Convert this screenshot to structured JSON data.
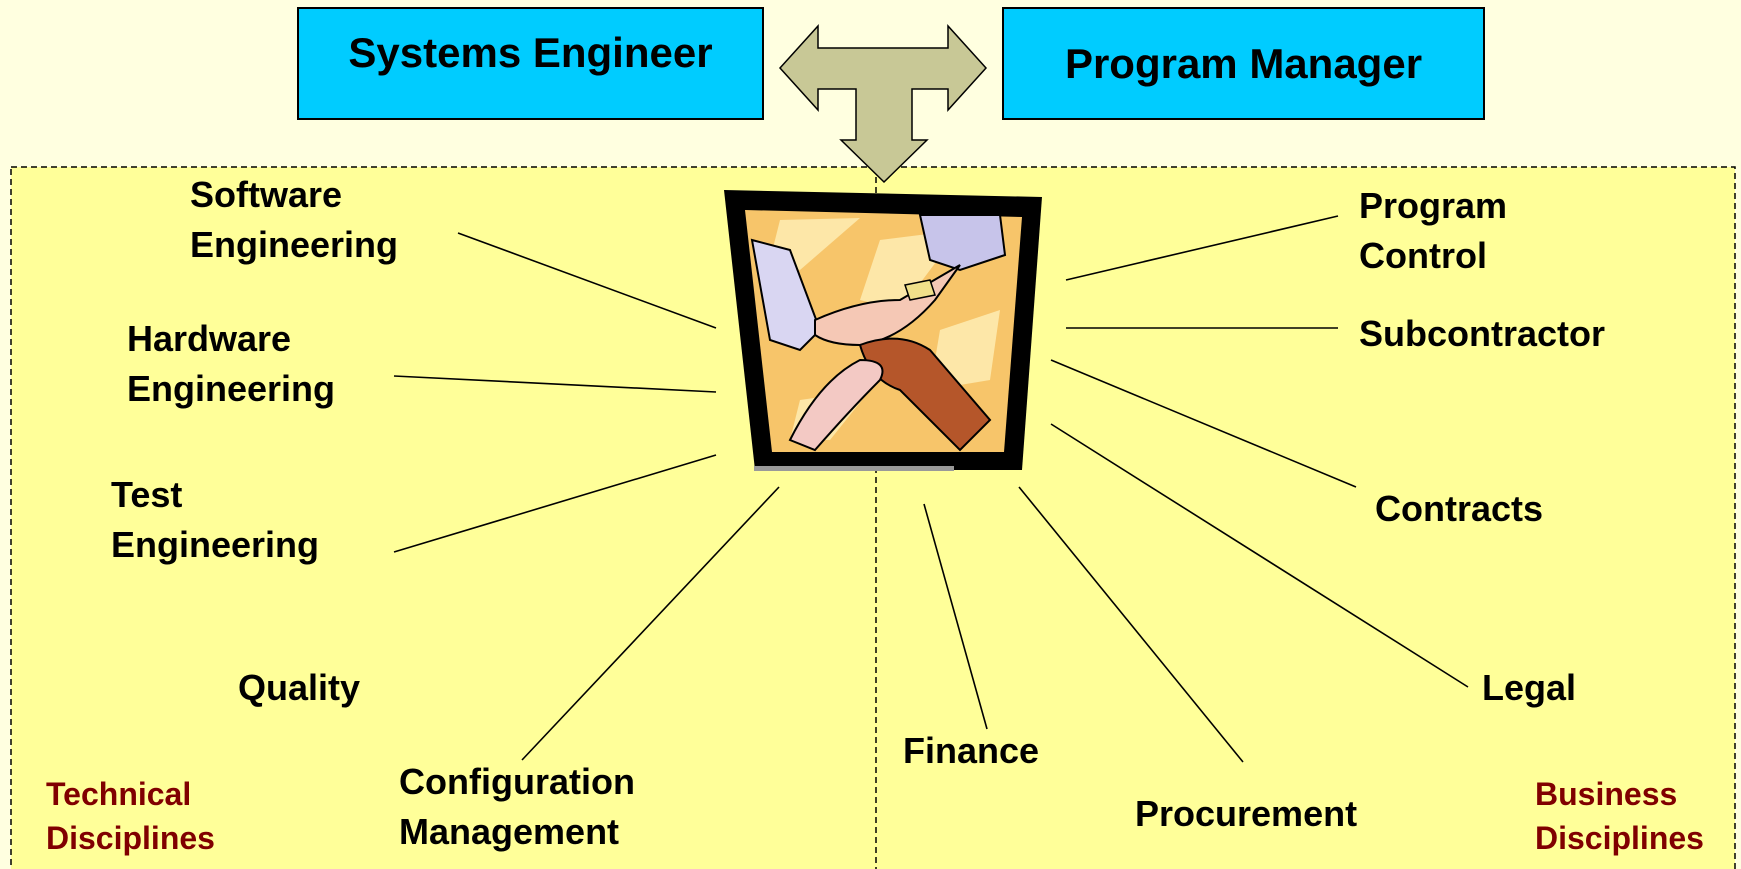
{
  "roles": {
    "systems_engineer": "Systems Engineer",
    "program_manager": "Program Manager"
  },
  "technical": {
    "category": [
      "Technical",
      "Disciplines"
    ],
    "software_engineering": [
      "Software",
      "Engineering"
    ],
    "hardware_engineering": [
      "Hardware",
      "Engineering"
    ],
    "test_engineering": [
      "Test",
      "Engineering"
    ],
    "quality": "Quality",
    "configuration_management": [
      "Configuration",
      "Management"
    ]
  },
  "business": {
    "category": [
      "Business",
      "Disciplines"
    ],
    "program_control": [
      "Program",
      "Control"
    ],
    "subcontractor": "Subcontractor",
    "contracts": "Contracts",
    "legal": "Legal",
    "finance": "Finance",
    "procurement": "Procurement"
  },
  "colors": {
    "background": "#ffffe0",
    "panel": "#ffff99",
    "role_box": "#00ccff",
    "category_text": "#800000",
    "arrow": "#c8c896"
  },
  "icons": {
    "center": "handshake-icon",
    "connector": "double-arrow-icon"
  }
}
